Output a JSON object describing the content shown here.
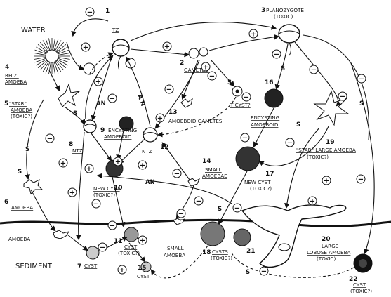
{
  "zones": {
    "water": "WATER",
    "sediment": "SEDIMENT"
  },
  "stages": {
    "s1": {
      "num": "1",
      "name": "TZ"
    },
    "s2": {
      "num": "2",
      "name": "GAMETES"
    },
    "s3": {
      "num": "3",
      "name": "PLANOZYGOTE",
      "note": "(TOXIC)"
    },
    "s4": {
      "num": "4",
      "name1": "RHIZ.",
      "name2": "AMOEBA"
    },
    "s5": {
      "num": "5",
      "name1": "\"STAR\"",
      "name2": "AMOEBA",
      "note": "(TOXIC?)"
    },
    "s6": {
      "num": "6",
      "name": "AMOEBA"
    },
    "s7": {
      "num": "7",
      "name": "CYST",
      "above": "AMOEBA"
    },
    "s8": {
      "num": "8",
      "name": "NTZ"
    },
    "s9": {
      "num": "9",
      "name1": "ENCYSTING",
      "name2": "AMOEBOID"
    },
    "s10": {
      "num": "10",
      "name": "NEW CYST",
      "note": "(TOXIC?)"
    },
    "s11": {
      "num": "11",
      "name": "CYST",
      "note": "(TOXIC?)"
    },
    "s12": {
      "num": "12",
      "name": "NTZ"
    },
    "s13": {
      "num": "13",
      "name": "AMOEBOID GAMETES"
    },
    "s14": {
      "num": "14",
      "name1": "SMALL",
      "name2": "AMOEBAE"
    },
    "s15": {
      "num": "15",
      "name": "CYST"
    },
    "s16": {
      "num": "16",
      "name1": "ENCYSTING",
      "name2": "AMOEBOID"
    },
    "s17": {
      "num": "17",
      "name": "NEW CYST",
      "note": "(TOXIC?)"
    },
    "s18": {
      "num": "18",
      "name": "CYSTS",
      "note": "(TOXIC?)"
    },
    "s19": {
      "num": "19",
      "name": "\"STAR\" LARGE AMOEBA",
      "note": "(TOXIC?)"
    },
    "s20": {
      "num": "20",
      "name1": "LARGE",
      "name2": "LOBOSE AMOEBA",
      "note": "(TOXIC)"
    },
    "s21": {
      "num": "21"
    },
    "s22": {
      "num": "22",
      "name": "CYST",
      "note": "(TOXIC?)"
    },
    "small_amoeba": {
      "name1": "SMALL",
      "name2": "AMOEBA"
    },
    "t_cyst": "T CYST?"
  },
  "edge_labels": {
    "an_top": "A N",
    "an_left": "AN",
    "an_bottom": "AN",
    "s": "S"
  },
  "signs": {
    "plus": "+",
    "minus": "−"
  }
}
